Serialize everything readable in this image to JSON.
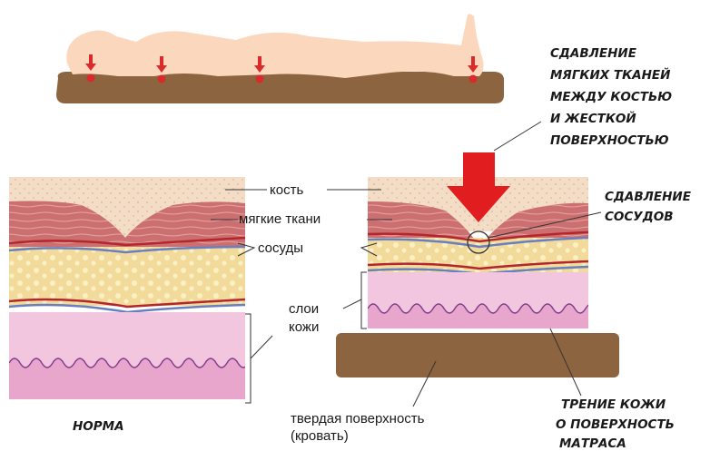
{
  "colors": {
    "bone": "#f3ddc6",
    "bone_dots": "#d9b190",
    "muscle": "#cc6f70",
    "muscle_light": "#e3a7a2",
    "fat": "#f1da9a",
    "fat_dots": "#fbefc4",
    "skin": "#f3c6df",
    "dermis": "#e9a6cd",
    "vessel_red": "#b5262c",
    "vessel_blue": "#6a7fc0",
    "mattress": "#8d6440",
    "arrow": "#e21d1f",
    "body": "#fbd8bd",
    "marker": "#d92b2b"
  },
  "labels": {
    "bone": "кость",
    "soft_tissue": "мягкие ткани",
    "vessels": "сосуды",
    "skin_line1": "слои",
    "skin_line2": "кожи",
    "surface_line1": "твердая поверхность",
    "surface_line2": "(кровать)"
  },
  "notes": {
    "compression_lines": [
      "СДАВЛЕНИЕ",
      "МЯГКИХ ТКАНЕЙ",
      "МЕЖДУ КОСТЬЮ",
      "И ЖЕСТКОЙ",
      "ПОВЕРХНОСТЬЮ"
    ],
    "vessel_compression_lines": [
      "СДАВЛЕНИЕ",
      "СОСУДОВ"
    ],
    "friction_lines": [
      "ТРЕНИЕ КОЖИ",
      "О ПОВЕРХНОСТЬ",
      "МАТРАСА"
    ],
    "normal": "НОРМА"
  }
}
